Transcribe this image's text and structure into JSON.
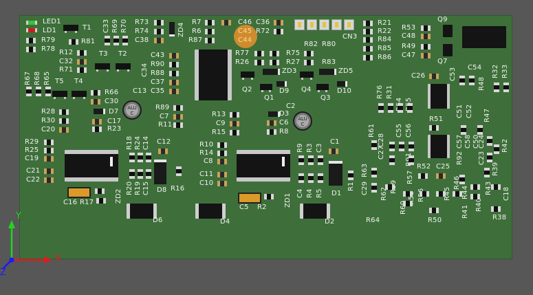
{
  "app": {
    "view": "PCB 3D View"
  },
  "colors": {
    "board": "#3e6f3a",
    "background": "#575757",
    "silkscreen": "#f2f2f2",
    "axis_x": "#e11b1b",
    "axis_y": "#21d321",
    "axis_z": "#1a1aff",
    "highlight": "#ff9a28"
  },
  "axes": {
    "x": "X",
    "y": "Y",
    "z": "Z"
  },
  "labels": {
    "LED1": "LED1",
    "LED1b": "LED1",
    "LD1": "LD1",
    "T1": "T1",
    "R79": "R79",
    "R78": "R78",
    "R81": "R81",
    "C33": "C33",
    "R69": "R69",
    "R70": "R70",
    "R73": "R73",
    "R74": "R74",
    "C38": "C38",
    "ZD4": "ZD4",
    "R7": "R7",
    "R6": "R6",
    "R87": "R87",
    "C46": "C46",
    "C45": "C45",
    "C44": "C44",
    "C36": "C36",
    "R72": "R72",
    "CN3": "CN3",
    "R21": "R21",
    "R22": "R22",
    "R84": "R84",
    "R85": "R85",
    "R86": "R86",
    "Q9": "Q9",
    "R53": "R53",
    "C48": "C48",
    "R49": "R49",
    "C47": "C47",
    "Q7": "Q7",
    "R12": "R12",
    "C32": "C32",
    "R71": "R71",
    "T3": "T3",
    "T2": "T2",
    "C34": "C34",
    "C43": "C43",
    "R90": "R90",
    "R88": "R88",
    "C37": "C37",
    "C35": "C35",
    "R77": "R77",
    "R26": "R26",
    "R75": "R75",
    "R27": "R27",
    "R82": "R82",
    "R80": "R80",
    "R83": "R83",
    "ZD3": "ZD3",
    "ZD5": "ZD5",
    "Q2": "Q2",
    "Q1": "Q1",
    "D9": "D9",
    "Q4": "Q4",
    "Q3": "Q3",
    "D10": "D10",
    "C26": "C26",
    "C54": "C54",
    "R32": "R32",
    "R33": "R33",
    "R48": "R48",
    "C53": "C53",
    "R67": "R67",
    "R68": "R68",
    "R65": "R65",
    "T5": "T5",
    "T4": "T4",
    "R66": "R66",
    "C30": "C30",
    "C13": "C13",
    "ALU": "ALU",
    "C": "C",
    "R89": "R89",
    "C7": "C7",
    "R11": "R11",
    "R13": "R13",
    "C9": "C9",
    "R15": "R15",
    "C2": "C2",
    "D3": "D3",
    "C6": "C6",
    "R8": "R8",
    "R76": "R76",
    "R31": "R31",
    "R54": "R54",
    "R55": "R55",
    "R28": "R28",
    "R30": "R30",
    "C20": "C20",
    "D7": "D7",
    "C17": "C17",
    "R23": "R23",
    "R51": "R51",
    "C51": "C51",
    "C52": "C52",
    "R47": "R47",
    "C57": "C57",
    "C58": "C58",
    "C50": "C50",
    "R92": "R92",
    "C24": "C24",
    "C23": "C23",
    "R42": "R42",
    "R29": "R29",
    "R25": "R25",
    "C19": "C19",
    "C21": "C21",
    "C22": "C22",
    "R18": "R18",
    "R24": "R24",
    "C14": "C14",
    "C12": "C12",
    "R10": "R10",
    "R14": "R14",
    "C8": "C8",
    "R9": "R9",
    "R3": "R3",
    "C3": "C3",
    "C1": "C1",
    "R61": "R61",
    "C28": "C28",
    "C27": "C27",
    "C55": "C55",
    "C56": "C56",
    "R91": "R91",
    "R20": "R20",
    "R19": "R19",
    "C15": "C15",
    "D8": "D8",
    "R16": "R16",
    "C11": "C11",
    "C10": "C10",
    "R63": "R63",
    "C29": "C29",
    "R52": "R52",
    "C25": "C25",
    "R46": "R46",
    "R39": "R39",
    "R57": "R57",
    "C16": "C16",
    "R17": "R17",
    "ZD2": "ZD2",
    "C5": "C5",
    "R2": "R2",
    "ZD1": "ZD1",
    "C4": "C4",
    "R4": "R4",
    "R5": "R5",
    "D1": "D1",
    "R1": "R1",
    "R62": "R62",
    "R59": "R59",
    "R60": "R60",
    "R58": "R58",
    "R56": "R56",
    "R45": "R45",
    "R44": "R44",
    "R43": "R43",
    "R40": "R40",
    "R41": "R41",
    "C18": "C18",
    "D6": "D6",
    "D4": "D4",
    "D2": "D2",
    "R64": "R64",
    "R50": "R50",
    "R38": "R38"
  }
}
